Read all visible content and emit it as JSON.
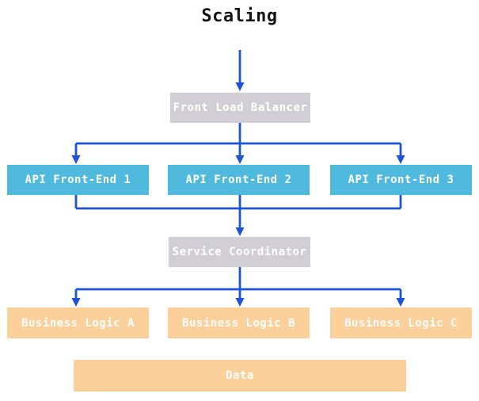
{
  "title": "Scaling",
  "colors": {
    "arrow": "#1d53d6",
    "node_gray": "#d1ced5",
    "node_blue": "#50bade",
    "node_orange": "#fcd09b",
    "node_text": "#ffffff",
    "title_text": "#141414",
    "background": "#ffffff"
  },
  "nodes": {
    "load_balancer": {
      "label": "Front Load Balancer",
      "type": "gray"
    },
    "api_frontend_1": {
      "label": "API Front-End 1",
      "type": "blue"
    },
    "api_frontend_2": {
      "label": "API Front-End 2",
      "type": "blue"
    },
    "api_frontend_3": {
      "label": "API Front-End 3",
      "type": "blue"
    },
    "service_coordinator": {
      "label": "Service Coordinator",
      "type": "gray"
    },
    "business_logic_a": {
      "label": "Business Logic A",
      "type": "orange"
    },
    "business_logic_b": {
      "label": "Business Logic B",
      "type": "orange"
    },
    "business_logic_c": {
      "label": "Business Logic C",
      "type": "orange"
    },
    "data_store": {
      "label": "Data",
      "type": "orange"
    }
  },
  "edges": [
    {
      "from": "start",
      "to": "load_balancer"
    },
    {
      "from": "load_balancer",
      "to": "api_frontend_1"
    },
    {
      "from": "load_balancer",
      "to": "api_frontend_2"
    },
    {
      "from": "load_balancer",
      "to": "api_frontend_3"
    },
    {
      "from": "api_frontend_1",
      "to": "service_coordinator"
    },
    {
      "from": "api_frontend_2",
      "to": "service_coordinator"
    },
    {
      "from": "api_frontend_3",
      "to": "service_coordinator"
    },
    {
      "from": "service_coordinator",
      "to": "business_logic_a"
    },
    {
      "from": "service_coordinator",
      "to": "business_logic_b"
    },
    {
      "from": "service_coordinator",
      "to": "business_logic_c"
    }
  ]
}
